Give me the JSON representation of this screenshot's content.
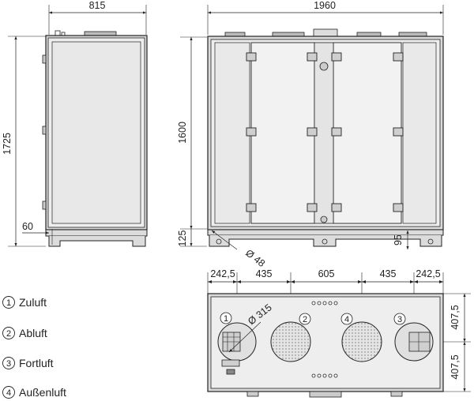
{
  "dimensions": {
    "side_width": "815",
    "side_height": "1725",
    "side_foot": "60",
    "front_width": "1960",
    "front_height": "1600",
    "front_base": "125",
    "front_base_right": "95",
    "drain_diameter": "Ø 48",
    "top_segments": [
      "242,5",
      "435",
      "605",
      "435",
      "242,5"
    ],
    "top_half_upper": "407,5",
    "top_half_lower": "407,5",
    "duct_diameter": "Ø 315"
  },
  "legend": [
    {
      "num": "1",
      "label": "Zuluft"
    },
    {
      "num": "2",
      "label": "Abluft"
    },
    {
      "num": "3",
      "label": "Fortluft"
    },
    {
      "num": "4",
      "label": "Außenluft"
    }
  ],
  "ports": [
    "1",
    "2",
    "4",
    "3"
  ],
  "colors": {
    "line": "#222222",
    "panel": "#e6e6e6",
    "frame": "#bdbdbd",
    "grille": "#d8d8d8"
  }
}
